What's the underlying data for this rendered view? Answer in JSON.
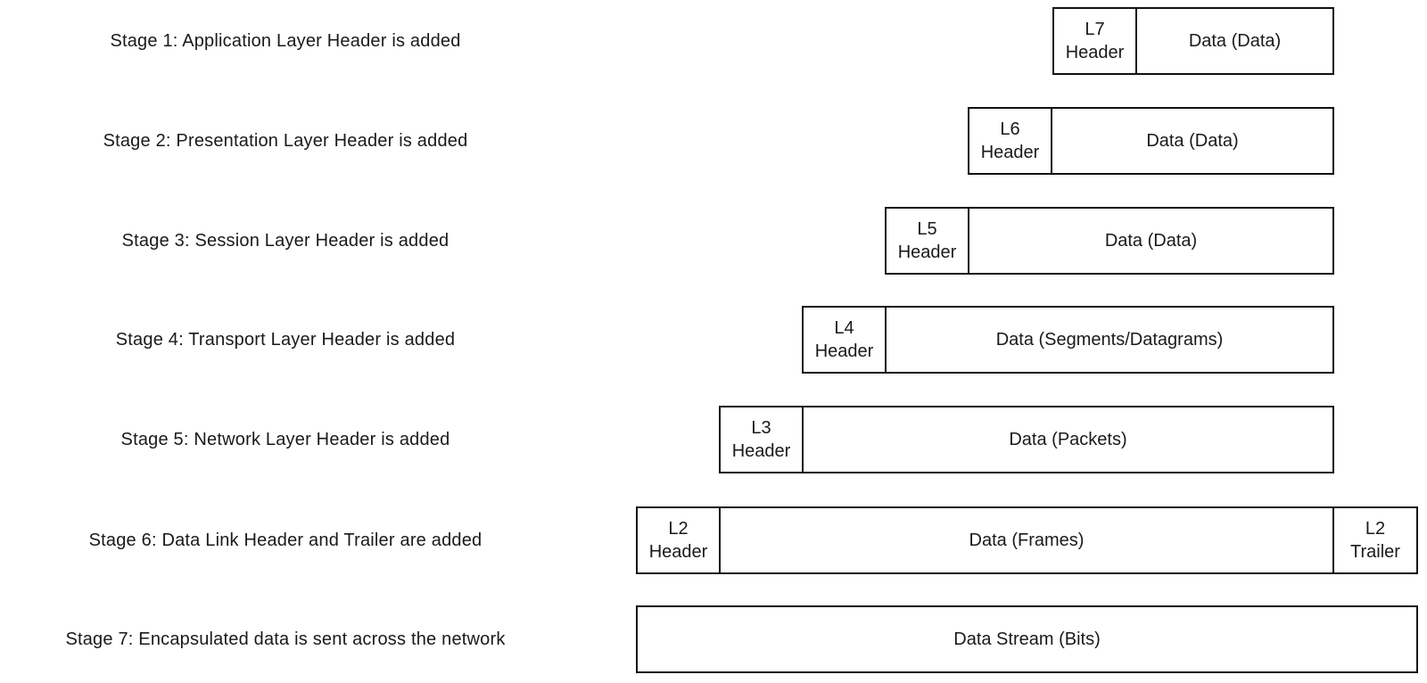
{
  "diagram": {
    "subject": "OSI model data encapsulation",
    "colors": {
      "background": "#ffffff",
      "border": "#111111",
      "text": "#1a1a1a"
    },
    "stages": [
      {
        "label": "Stage 1: Application Layer Header is added",
        "header_top": "L7",
        "header_bottom": "Header",
        "data_label": "Data (Data)"
      },
      {
        "label": "Stage 2: Presentation Layer Header is added",
        "header_top": "L6",
        "header_bottom": "Header",
        "data_label": "Data (Data)"
      },
      {
        "label": "Stage 3: Session Layer Header is added",
        "header_top": "L5",
        "header_bottom": "Header",
        "data_label": "Data (Data)"
      },
      {
        "label": "Stage 4: Transport Layer Header is added",
        "header_top": "L4",
        "header_bottom": "Header",
        "data_label": "Data (Segments/Datagrams)"
      },
      {
        "label": "Stage 5: Network Layer Header is added",
        "header_top": "L3",
        "header_bottom": "Header",
        "data_label": "Data (Packets)"
      },
      {
        "label": "Stage 6: Data Link Header and Trailer are added",
        "header_top": "L2",
        "header_bottom": "Header",
        "data_label": "Data (Frames)",
        "trailer_top": "L2",
        "trailer_bottom": "Trailer"
      },
      {
        "label": "Stage 7: Encapsulated data is sent across the network",
        "data_label": "Data Stream (Bits)"
      }
    ]
  }
}
